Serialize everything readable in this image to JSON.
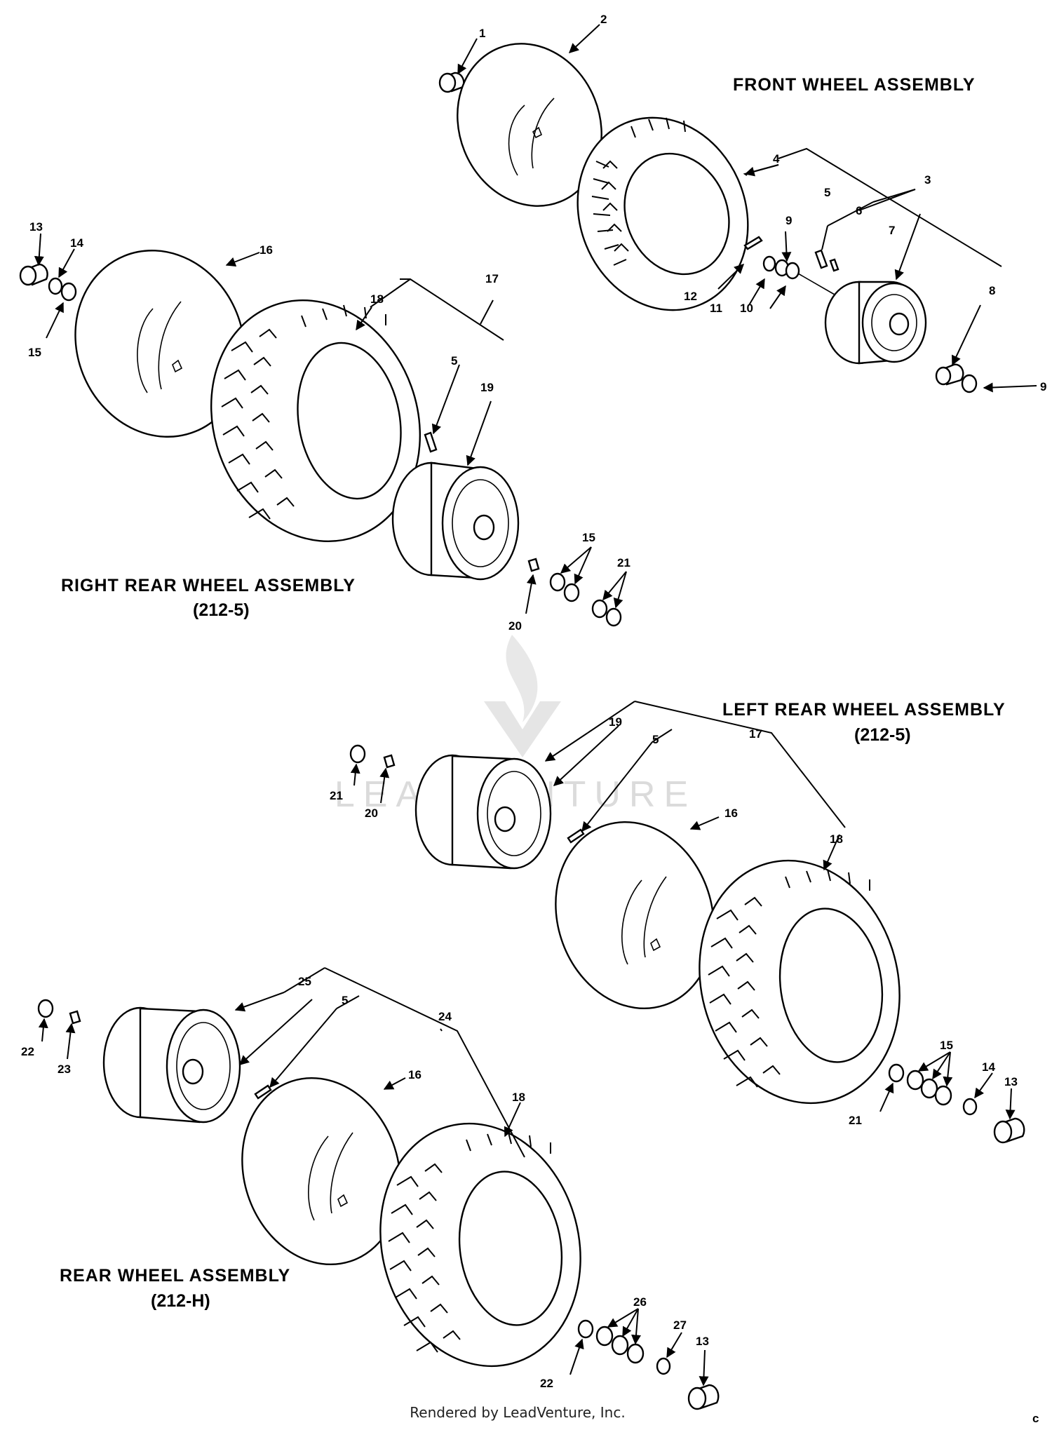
{
  "diagram": {
    "titles": {
      "front": "FRONT WHEEL ASSEMBLY",
      "right_rear": "RIGHT REAR WHEEL ASSEMBLY",
      "right_rear_code": "(212-5)",
      "left_rear": "LEFT REAR WHEEL ASSEMBLY",
      "left_rear_code": "(212-5)",
      "rear": "REAR WHEEL ASSEMBLY",
      "rear_code": "(212-H)"
    },
    "callouts": {
      "front": [
        "1",
        "2",
        "3",
        "4",
        "5",
        "6",
        "7",
        "8",
        "9",
        "9",
        "10",
        "11",
        "12"
      ],
      "right_rear": [
        "13",
        "14",
        "15",
        "16",
        "17",
        "18",
        "5",
        "19",
        "15",
        "21",
        "20"
      ],
      "left_rear": [
        "19",
        "5",
        "17",
        "16",
        "18",
        "21",
        "20",
        "15",
        "14",
        "13",
        "21"
      ],
      "rear": [
        "25",
        "5",
        "24",
        "16",
        "18",
        "22",
        "23",
        "26",
        "27",
        "13",
        "22"
      ]
    },
    "footer": "Rendered by LeadVenture, Inc.",
    "corner_mark": "c",
    "watermark": "LEADVENTURE",
    "colors": {
      "line": "#000000",
      "background": "#ffffff",
      "watermark": "#d8d8d8"
    }
  }
}
